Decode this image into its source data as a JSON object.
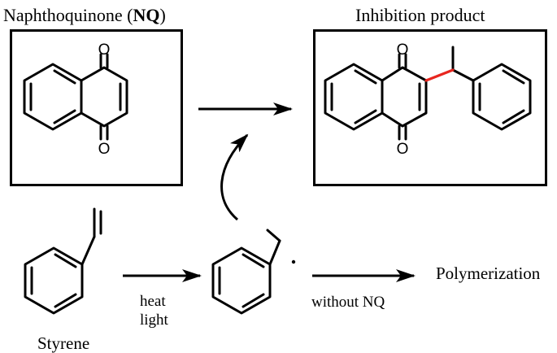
{
  "labels": {
    "nq_title_prefix": "Naphthoquinone (",
    "nq_title_bold": "NQ",
    "nq_title_suffix": ")",
    "product_title": "Inhibition product",
    "styrene": "Styrene",
    "heat": "heat",
    "light": "light",
    "without_nq": "without NQ",
    "polymerization": "Polymerization"
  },
  "atoms": {
    "oxygen": "O"
  },
  "colors": {
    "ink": "#000000",
    "new_bond": "#e8261f",
    "background": "#ffffff"
  }
}
